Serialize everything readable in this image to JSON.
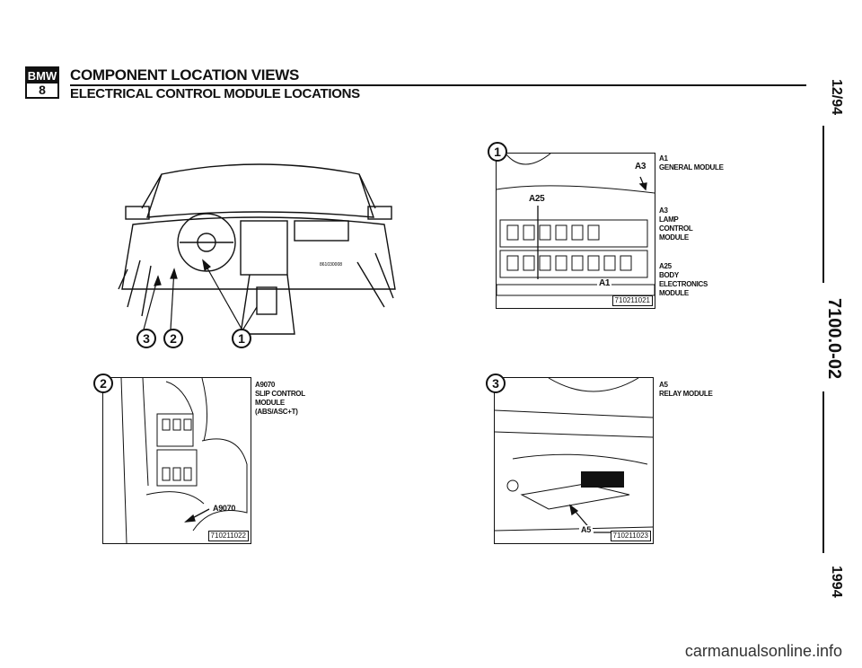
{
  "logo": {
    "top": "BMW",
    "bottom": "8"
  },
  "header": {
    "title": "COMPONENT LOCATION VIEWS",
    "subtitle": "ELECTRICAL CONTROL MODULE LOCATIONS"
  },
  "side": {
    "date": "12/94",
    "section": "7100.0-02",
    "year": "1994"
  },
  "overview": {
    "callouts": [
      "3",
      "2",
      "1"
    ],
    "code": "861030008"
  },
  "fig1": {
    "num": "1",
    "labels": {
      "a3": "A3",
      "a25": "A25",
      "a1": "A1"
    },
    "code": "710211021",
    "legend": [
      {
        "id": "A1",
        "desc": "GENERAL MODULE"
      },
      {
        "id": "A3",
        "desc": "LAMP CONTROL MODULE"
      },
      {
        "id": "A25",
        "desc": "BODY ELECTRONICS MODULE"
      }
    ]
  },
  "fig2": {
    "num": "2",
    "label": "A9070",
    "code": "710211022",
    "legend": {
      "id": "A9070",
      "desc": "SLIP CONTROL MODULE (ABS/ASC+T)"
    }
  },
  "fig3": {
    "num": "3",
    "label": "A5",
    "code": "710211023",
    "legend": {
      "id": "A5",
      "desc": "RELAY MODULE"
    }
  },
  "watermark": "carmanualsonline.info"
}
